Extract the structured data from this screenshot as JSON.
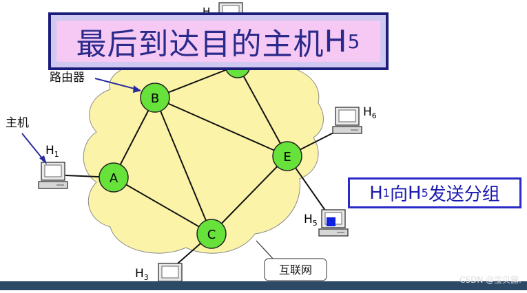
{
  "title": {
    "text": "最后到达目的主机",
    "host": "H",
    "sub": "5"
  },
  "caption": {
    "a": "H",
    "a_sub": "1",
    "mid": " 向 ",
    "b": "H",
    "b_sub": "5",
    "tail": " 发送分组"
  },
  "labels": {
    "router": "路由器",
    "host": "主机",
    "internet": "互联网"
  },
  "routers": {
    "a": "A",
    "b": "B",
    "c": "C",
    "e": "E"
  },
  "hosts": {
    "h1": {
      "main": "H",
      "sub": "1"
    },
    "h3": {
      "main": "H",
      "sub": "3"
    },
    "h5": {
      "main": "H",
      "sub": "5"
    },
    "h6": {
      "main": "H",
      "sub": "6"
    },
    "h2": {
      "main": "H"
    }
  },
  "watermark": "CSDN @宝贝露.",
  "colors": {
    "router_fill": "#66e23a",
    "cloud_fill": "#fbf3a8",
    "title_bg": "#f6c9f4",
    "title_border": "#1c1c7a",
    "caption_text": "#1b1bb0"
  }
}
